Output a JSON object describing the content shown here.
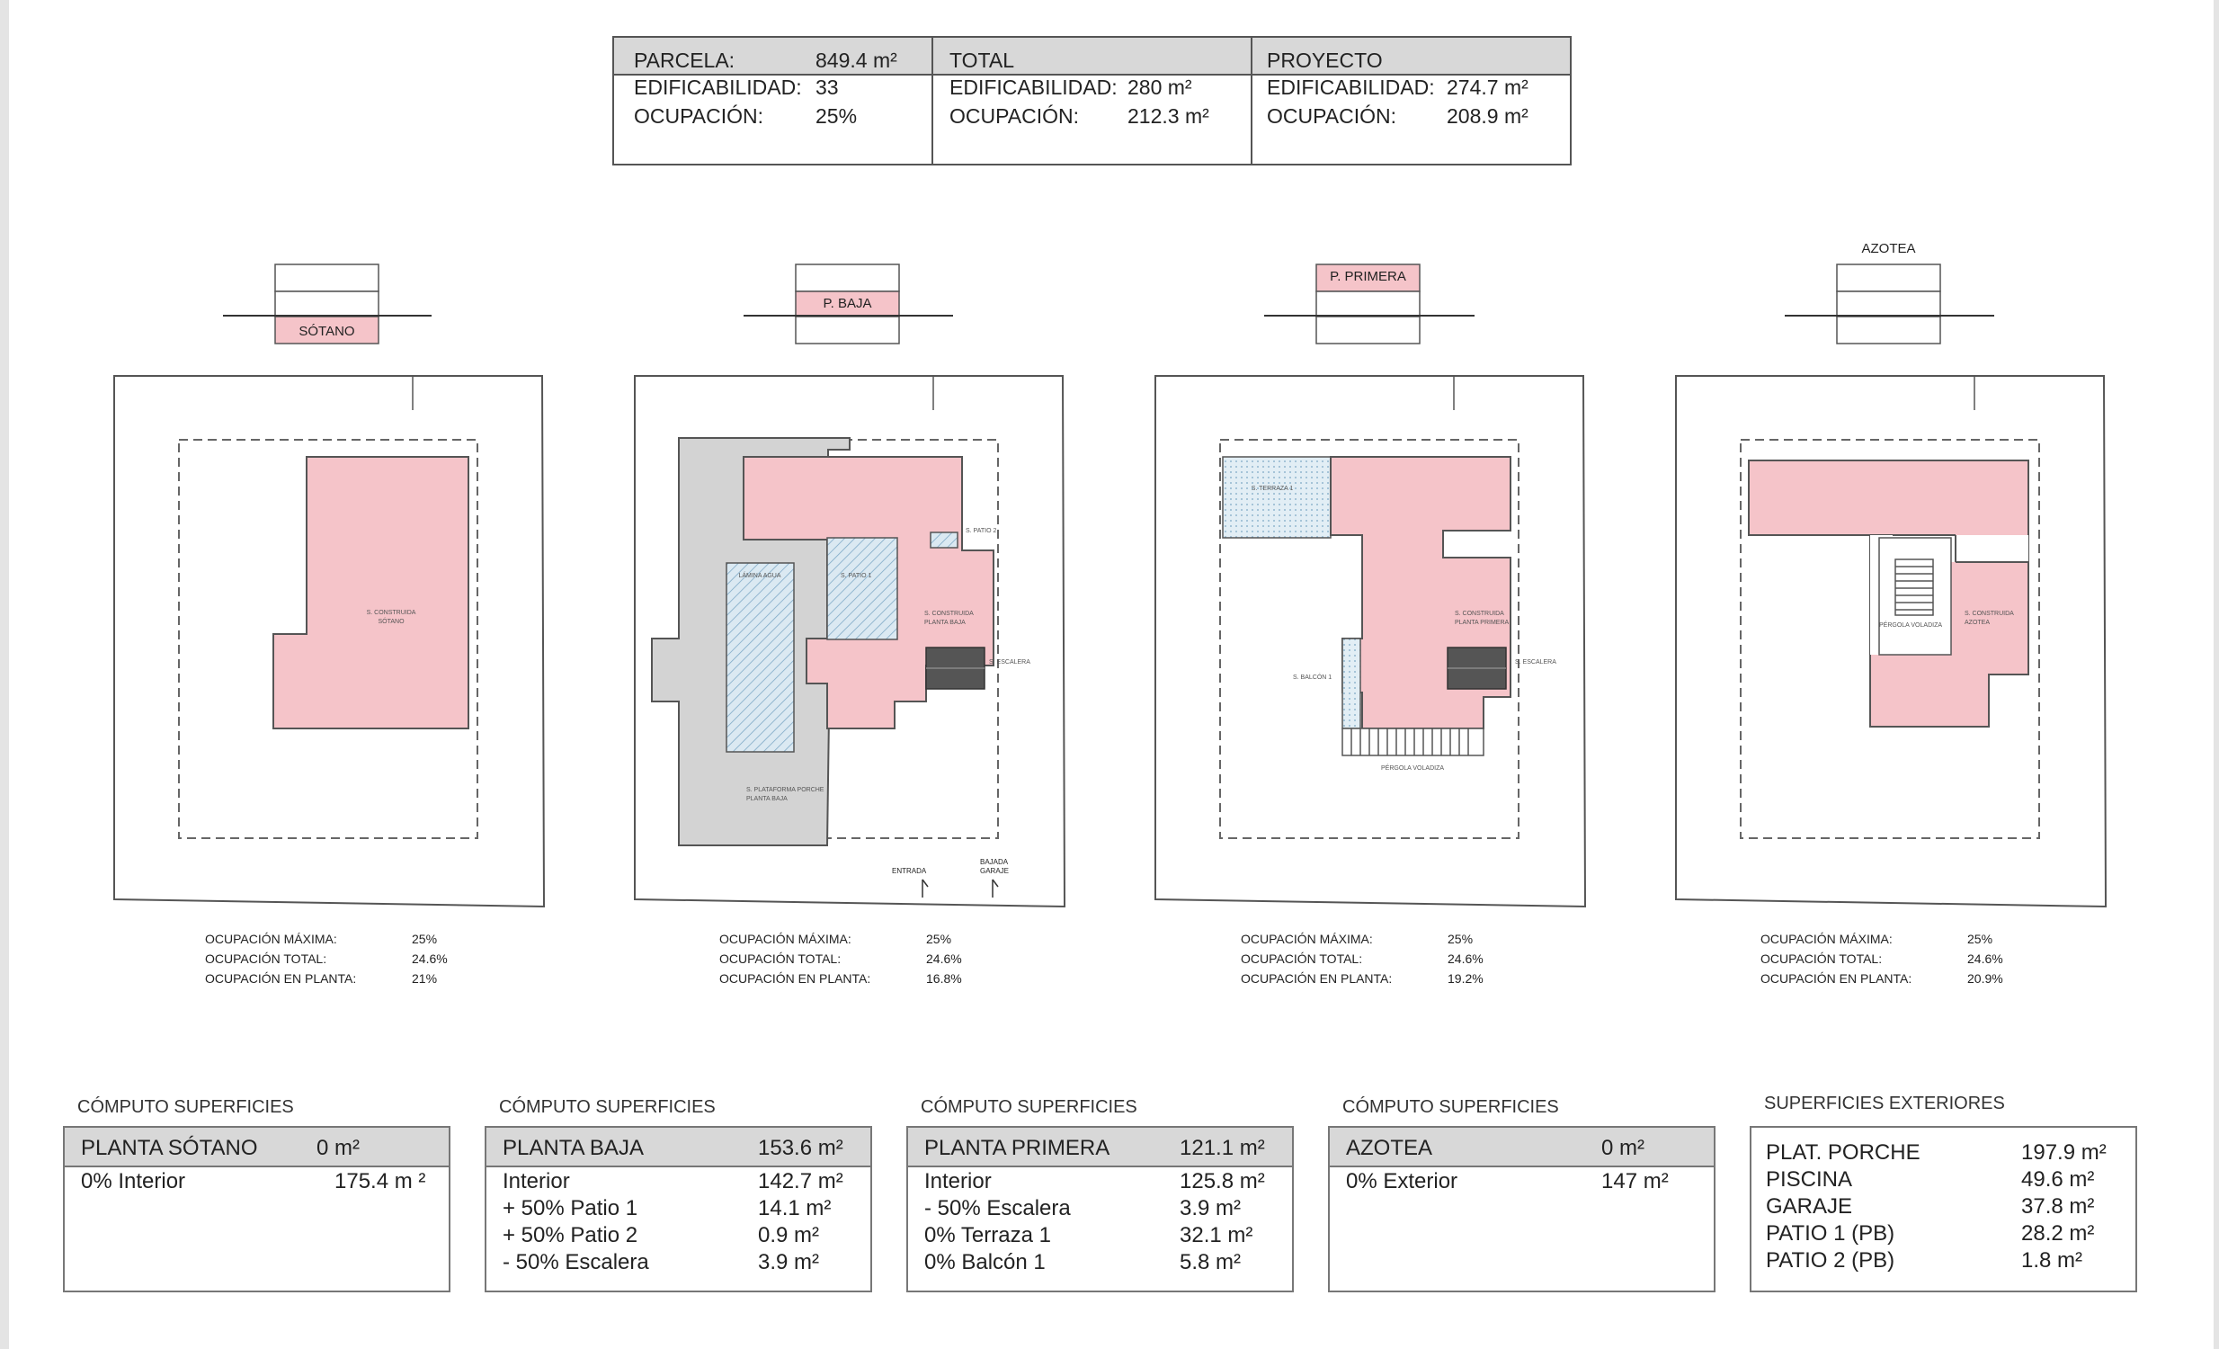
{
  "summary": {
    "parcela": {
      "label": "PARCELA:",
      "value": "849.4 m²",
      "edif_label": "EDIFICABILIDAD:",
      "edif_value": "33",
      "ocup_label": "OCUPACIÓN:",
      "ocup_value": "25%"
    },
    "total": {
      "label": "TOTAL",
      "edif_label": "EDIFICABILIDAD:",
      "edif_value": "280 m²",
      "ocup_label": "OCUPACIÓN:",
      "ocup_value": "212.3 m²"
    },
    "proyecto": {
      "label": "PROYECTO",
      "edif_label": "EDIFICABILIDAD:",
      "edif_value": "274.7 m²",
      "ocup_label": "OCUPACIÓN:",
      "ocup_value": "208.9 m²"
    }
  },
  "levels": [
    {
      "label": "SÓTANO",
      "occ_max_label": "OCUPACIÓN MÁXIMA:",
      "occ_max": "25%",
      "occ_total_label": "OCUPACIÓN TOTAL:",
      "occ_total": "24.6%",
      "occ_planta_label": "OCUPACIÓN EN PLANTA:",
      "occ_planta": "21%"
    },
    {
      "label": "P. BAJA",
      "occ_max_label": "OCUPACIÓN MÁXIMA:",
      "occ_max": "25%",
      "occ_total_label": "OCUPACIÓN TOTAL:",
      "occ_total": "24.6%",
      "occ_planta_label": "OCUPACIÓN EN PLANTA:",
      "occ_planta": "16.8%",
      "entrada": "ENTRADA",
      "bajada": "BAJADA",
      "garaje": "GARAJE"
    },
    {
      "label": "P. PRIMERA",
      "occ_max_label": "OCUPACIÓN MÁXIMA:",
      "occ_max": "25%",
      "occ_total_label": "OCUPACIÓN TOTAL:",
      "occ_total": "24.6%",
      "occ_planta_label": "OCUPACIÓN EN PLANTA:",
      "occ_planta": "19.2%"
    },
    {
      "label": "AZOTEA",
      "occ_max_label": "OCUPACIÓN MÁXIMA:",
      "occ_max": "25%",
      "occ_total_label": "OCUPACIÓN TOTAL:",
      "occ_total": "24.6%",
      "occ_planta_label": "OCUPACIÓN EN PLANTA:",
      "occ_planta": "20.9%"
    }
  ],
  "computo": [
    {
      "heading": "CÓMPUTO SUPERFICIES",
      "title": "PLANTA SÓTANO",
      "title_value": "0 m²",
      "rows": [
        {
          "label": "0% Interior",
          "value": "175.4 m ²"
        }
      ]
    },
    {
      "heading": "CÓMPUTO SUPERFICIES",
      "title": "PLANTA BAJA",
      "title_value": "153.6 m²",
      "rows": [
        {
          "label": "Interior",
          "value": "142.7 m²"
        },
        {
          "label": "+ 50% Patio 1",
          "value": "14.1 m²"
        },
        {
          "label": "+ 50% Patio 2",
          "value": "0.9 m²"
        },
        {
          "label": "- 50% Escalera",
          "value": "3.9 m²"
        }
      ]
    },
    {
      "heading": "CÓMPUTO SUPERFICIES",
      "title": "PLANTA PRIMERA",
      "title_value": "121.1 m²",
      "rows": [
        {
          "label": "Interior",
          "value": "125.8 m²"
        },
        {
          "label": "- 50% Escalera",
          "value": "3.9 m²"
        },
        {
          "label": "0% Terraza 1",
          "value": "32.1 m²"
        },
        {
          "label": "0% Balcón 1",
          "value": "5.8 m²"
        }
      ]
    },
    {
      "heading": "CÓMPUTO SUPERFICIES",
      "title": "AZOTEA",
      "title_value": "0 m²",
      "rows": [
        {
          "label": "0% Exterior",
          "value": "147 m²"
        }
      ]
    }
  ],
  "exteriores": {
    "heading": "SUPERFICIES EXTERIORES",
    "rows": [
      {
        "label": "PLAT. PORCHE",
        "value": "197.9 m²"
      },
      {
        "label": "PISCINA",
        "value": "49.6 m²"
      },
      {
        "label": "GARAJE",
        "value": "37.8 m²"
      },
      {
        "label": "PATIO 1 (PB)",
        "value": "28.2 m²"
      },
      {
        "label": "PATIO 2 (PB)",
        "value": "1.8 m²"
      }
    ]
  },
  "colors": {
    "built": "#f5c4c9",
    "stroke": "#555555",
    "porch": "#d3d3d3",
    "water": "#dbe9f2",
    "stairs": "#555555"
  }
}
